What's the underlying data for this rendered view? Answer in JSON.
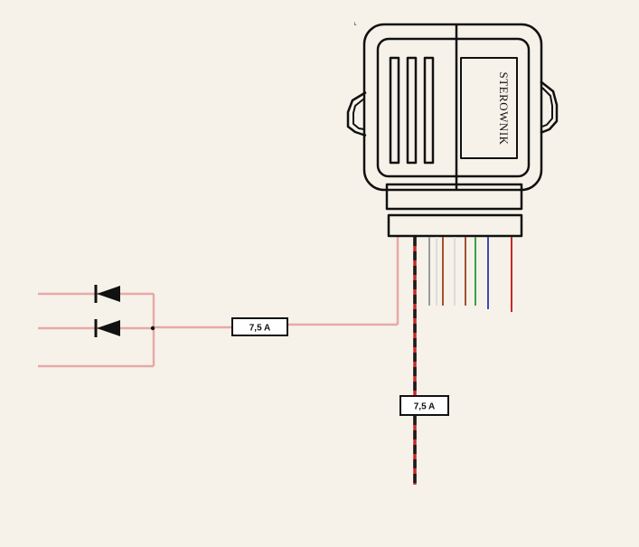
{
  "module": {
    "label": "STEROWNIK"
  },
  "fuses": {
    "horizontal_fuse_label": "7,5 A",
    "vertical_fuse_label": "7,5 A"
  },
  "colors": {
    "background": "#f6f2e9",
    "outline": "#111111",
    "pink_wire": "#e8a8a8",
    "red_wire": "#c62828",
    "black_wire": "#1a1a1a",
    "gray_wire": "#9a9a9a",
    "white_wire": "#e0e0e0",
    "brown_wire": "#a0522d",
    "green_wire": "#3aa048",
    "blue_wire": "#3a4ab8"
  },
  "diodes": {
    "count": 2
  },
  "connector": {
    "wire_colors": [
      "gray",
      "white",
      "brown",
      "white",
      "brown",
      "green",
      "blue",
      "red"
    ]
  }
}
